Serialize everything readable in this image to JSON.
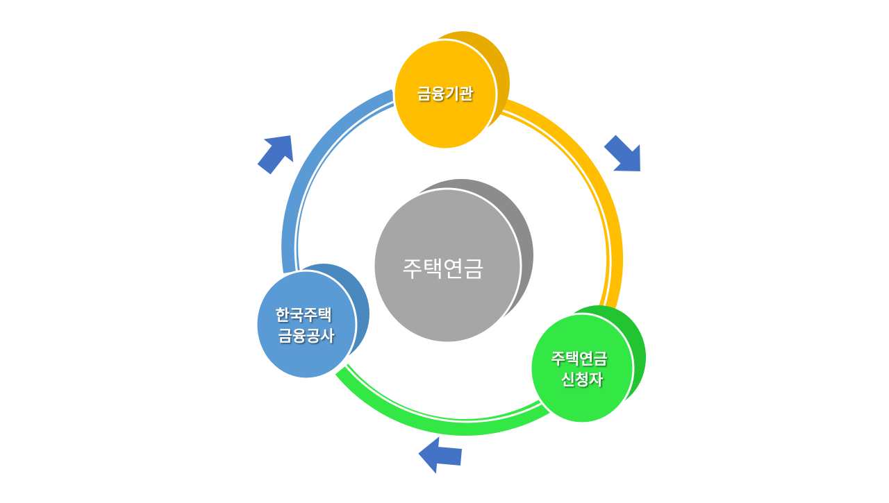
{
  "colors": {
    "gold": "#FFBF00",
    "gold_shadow": "#E8AC00",
    "green": "#33E845",
    "green_shadow": "#22C432",
    "blue": "#5B9BD5",
    "blue_shadow": "#4A88C0",
    "gray": "#A6A6A6",
    "gray_shadow": "#8C8C8C",
    "arrow": "#4472C4"
  },
  "center": {
    "label": "주택연금"
  },
  "nodes": {
    "top": {
      "lines": [
        "금융기관"
      ]
    },
    "right": {
      "lines": [
        "주택연금",
        "신청자"
      ]
    },
    "left": {
      "lines": [
        "한국주택",
        "금융공사"
      ]
    }
  }
}
